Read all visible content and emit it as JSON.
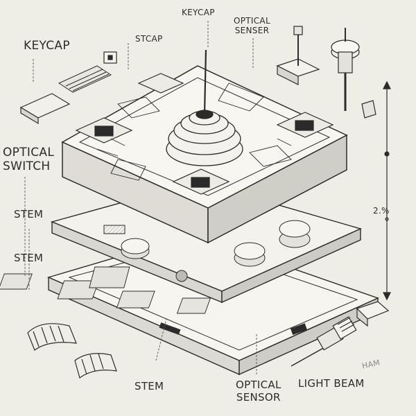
{
  "labels": {
    "keycap_left": "KEYCAP",
    "keycap_top": "KEYCAP",
    "stcap": "STCAP",
    "optical_sensor_top_line1": "OPTICAL",
    "optical_sensor_top_line2": "SENSER",
    "optical_switch_line1": "OPTICAL",
    "optical_switch_line2": "SWITCH",
    "stem_1": "STEM",
    "stem_2": "STEM",
    "stem_bottom": "STEM",
    "optical_sensor_bottom_line1": "OPTICAL",
    "optical_sensor_bottom_line2": "SENSOR",
    "light_beam": "LIGHT BEAM",
    "light_beam_echo": "HAM",
    "dimension": "2.%"
  },
  "colors": {
    "background": "#efeee6",
    "ink": "#2b2b2b",
    "accent_red": "#c0392b"
  }
}
